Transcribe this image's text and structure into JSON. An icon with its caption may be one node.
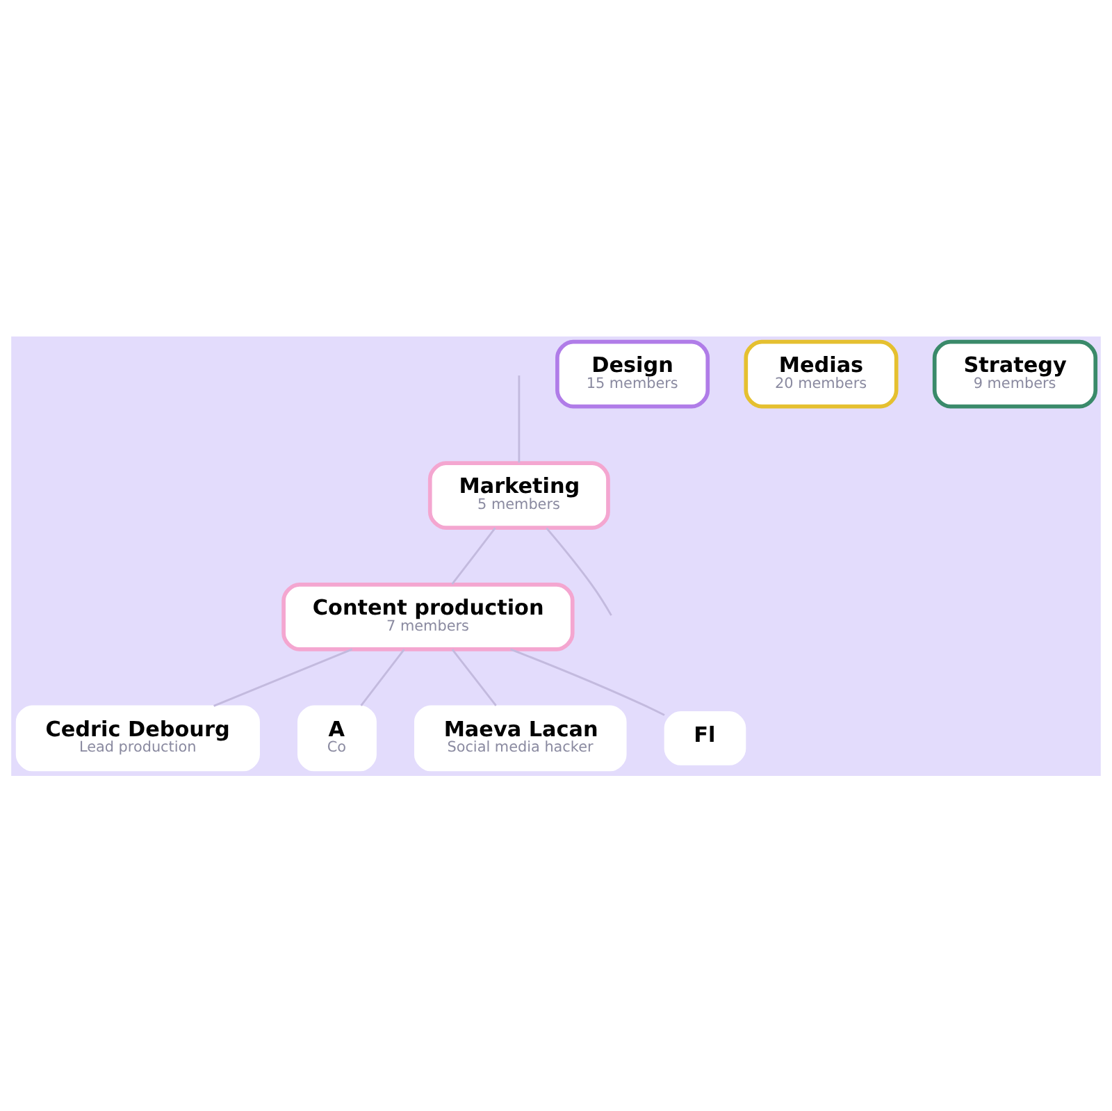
{
  "diagram": {
    "nodes": [
      {
        "text": [
          "Marketing",
          "5 members"
        ]
      },
      {
        "text": [
          "Design",
          "15 members"
        ]
      },
      {
        "text": [
          "Medias",
          "20 members"
        ]
      },
      {
        "text": [
          "Strategy",
          "9 members"
        ]
      },
      {
        "text": [
          "Content production",
          "7 members"
        ]
      },
      {
        "text": [
          "Cedric Debourg",
          "Lead production"
        ]
      },
      {
        "text": [
          "A",
          "Co"
        ]
      },
      {
        "text": [
          "Maeva Lacan",
          "Social media hacker"
        ]
      },
      {
        "text": [
          "Fl"
        ]
      }
    ],
    "edges": [
      {
        "from": null,
        "to": 0,
        "arrow": "none"
      },
      {
        "from": 0,
        "to": null,
        "arrow": "none"
      },
      {
        "from": 0,
        "to": 4,
        "arrow": "none"
      },
      {
        "from": 4,
        "to": 5,
        "arrow": "none"
      },
      {
        "from": 4,
        "to": 6,
        "arrow": "none"
      },
      {
        "from": 4,
        "to": 7,
        "arrow": "none"
      },
      {
        "from": 4,
        "to": 8,
        "arrow": "none"
      }
    ]
  }
}
